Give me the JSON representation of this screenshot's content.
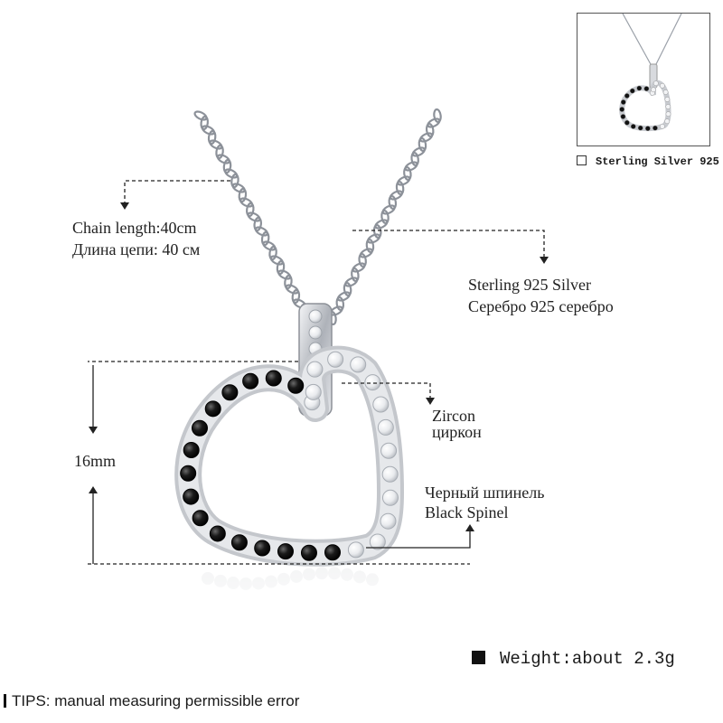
{
  "labels": {
    "chain_length_en": "Chain length:40cm",
    "chain_length_ru": "Длина цепи: 40 см",
    "material_en": "Sterling 925 Silver",
    "material_ru": "Серебро 925 серебро",
    "zircon_en": "Zircon",
    "zircon_ru": "циркон",
    "pendant_height": "16mm",
    "spinel_ru": "Черный шпинель",
    "spinel_en": "Black Spinel"
  },
  "thumbnail": {
    "caption": "Sterling Silver 925",
    "icon": "checkbox-icon"
  },
  "weight": {
    "label": "Weight:about 2.3g",
    "icon": "square-bullet-icon"
  },
  "tips": {
    "text": "TIPS: manual measuring permissible error",
    "icon": "bar-icon"
  },
  "colors": {
    "silver": "#b9bcc2",
    "spinel": "#141414",
    "zircon": "#eef0f3",
    "line": "#222222"
  }
}
